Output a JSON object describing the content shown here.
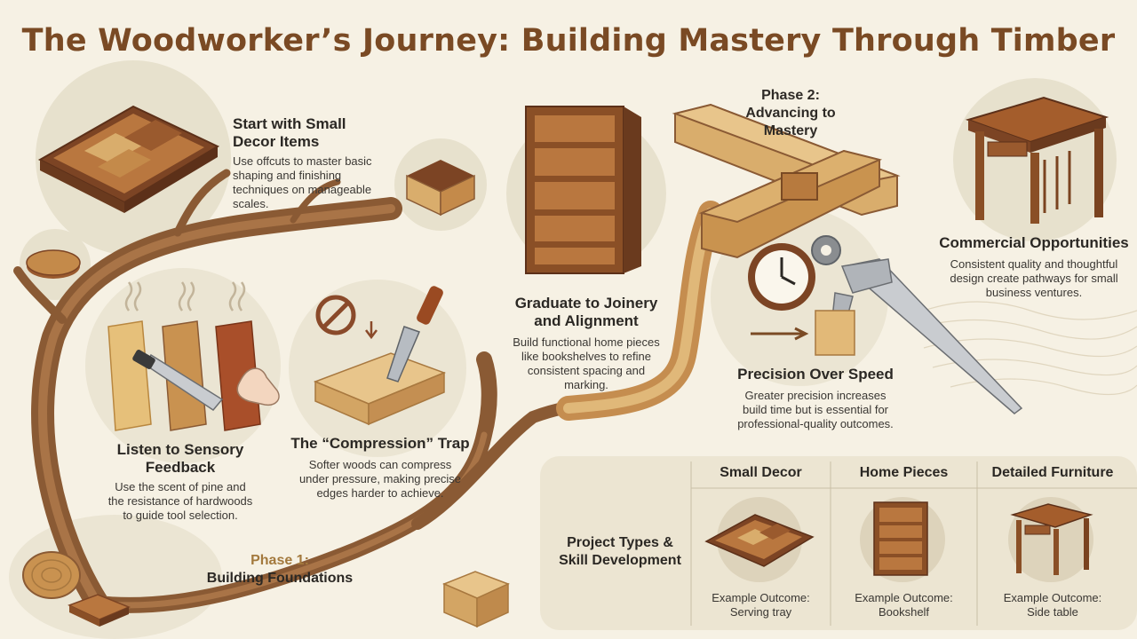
{
  "title": "The Woodworker’s Journey: Building Mastery Through Timber",
  "phase1": {
    "line1": "Phase 1:",
    "line2": "Building Foundations"
  },
  "phase2": {
    "line1": "Phase 2:",
    "line2": "Advancing to",
    "line3": "Mastery"
  },
  "sections": {
    "small_decor": {
      "heading_1": "Start with Small",
      "heading_2": "Decor Items",
      "body": [
        "Use offcuts to master basic",
        "shaping and finishing",
        "techniques on manageable",
        "scales."
      ]
    },
    "sensory": {
      "heading_1": "Listen to Sensory",
      "heading_2": "Feedback",
      "body": [
        "Use the scent of pine and",
        "the resistance of hardwoods",
        "to guide tool selection."
      ]
    },
    "compression": {
      "heading": "The “Compression” Trap",
      "body": [
        "Softer woods can compress",
        "under pressure, making precise",
        "edges harder to achieve."
      ]
    },
    "joinery": {
      "heading_1": "Graduate to Joinery",
      "heading_2": "and Alignment",
      "body": [
        "Build functional home pieces",
        "like bookshelves to refine",
        "consistent spacing and",
        "marking."
      ]
    },
    "precision": {
      "heading": "Precision Over Speed",
      "body": [
        "Greater precision increases",
        "build time but is essential for",
        "professional-quality outcomes."
      ]
    },
    "commercial": {
      "heading": "Commercial Opportunities",
      "body": [
        "Consistent quality and thoughtful",
        "design create pathways for small",
        "business ventures."
      ]
    }
  },
  "table": {
    "row_label_1": "Project Types &",
    "row_label_2": "Skill Development",
    "columns": [
      {
        "header": "Small Decor",
        "caption_1": "Example Outcome:",
        "caption_2": "Serving tray"
      },
      {
        "header": "Home Pieces",
        "caption_1": "Example Outcome:",
        "caption_2": "Bookshelf"
      },
      {
        "header": "Detailed Furniture",
        "caption_1": "Example Outcome:",
        "caption_2": "Side table"
      }
    ]
  },
  "colors": {
    "title": "#7a4a24",
    "branch": "#8a5a34",
    "light_wood": "#d9ad6c",
    "mid_wood": "#b9773f",
    "dark_wood": "#7c4424",
    "circle_bg": "#e7e1cd",
    "panel_bg": "#ece5d2"
  },
  "icons": [
    "serving-tray-icon",
    "small-box-icon",
    "wood-coaster-icon",
    "wood-planks-saw-icon",
    "hand-icon",
    "no-sign-icon",
    "chisel-icon",
    "bookshelf-icon",
    "cross-beam-joint-icon",
    "side-table-icon",
    "clock-icon",
    "gear-icon",
    "caliper-icon",
    "log-slice-icon",
    "wood-cube-icon"
  ]
}
